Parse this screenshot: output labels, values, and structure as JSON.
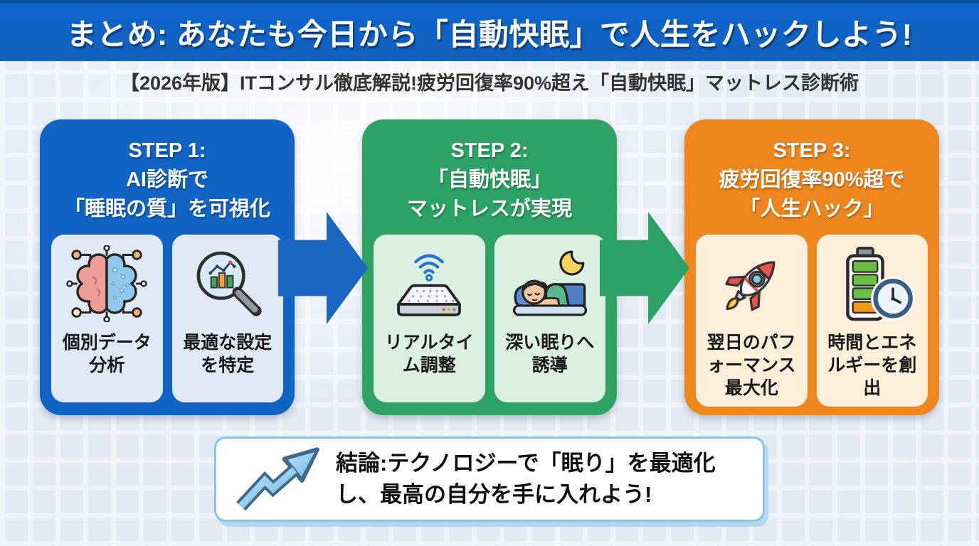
{
  "header": {
    "title": "まとめ: あなたも今日から「自動快眠」で人生をハックしよう!"
  },
  "subtitle": "【2026年版】ITコンサル徹底解説!疲労回復率90%超え「自動快眠」マットレス診断術",
  "steps": [
    {
      "name": "step-1",
      "accent_color": "#1164c3",
      "subcard_color": "#e0e9f6",
      "title_lines": [
        "STEP 1:",
        "AI診断で",
        "「睡眠の質」を可視化"
      ],
      "items": [
        {
          "icon": "ai-brain-icon",
          "label_lines": [
            "個別データ",
            "分析"
          ]
        },
        {
          "icon": "magnifier-chart-icon",
          "label_lines": [
            "最適な設定",
            "を特定"
          ]
        }
      ]
    },
    {
      "name": "step-2",
      "accent_color": "#2ca264",
      "subcard_color": "#dbf0e1",
      "title_lines": [
        "STEP 2:",
        "「自動快眠」",
        "マットレスが実現"
      ],
      "items": [
        {
          "icon": "smart-mattress-wifi-icon",
          "label_lines": [
            "リアルタイ",
            "ム調整"
          ]
        },
        {
          "icon": "sleeping-person-moon-icon",
          "label_lines": [
            "深い眠りへ",
            "誘導"
          ]
        }
      ]
    },
    {
      "name": "step-3",
      "accent_color": "#ec861d",
      "subcard_color": "#fdeeda",
      "title_lines": [
        "STEP 3:",
        "疲労回復率90%超で",
        "「人生ハック」"
      ],
      "items": [
        {
          "icon": "rocket-icon",
          "label_lines": [
            "翌日のパフ",
            "ォーマンス",
            "最大化"
          ]
        },
        {
          "icon": "battery-clock-icon",
          "label_lines": [
            "時間とエネ",
            "ルギーを創",
            "出"
          ]
        }
      ]
    }
  ],
  "arrows": [
    {
      "name": "flow-arrow-1",
      "color": "#1b66c0"
    },
    {
      "name": "flow-arrow-2",
      "color": "#2ca264"
    }
  ],
  "conclusion": {
    "icon": "trending-up-arrow-icon",
    "lines": [
      "結論:テクノロジーで「眠り」を最適化",
      "し、最高の自分を手に入れよう!"
    ]
  },
  "colors": {
    "banner_blue": "#1261bd",
    "step1_blue": "#1164c3",
    "step2_green": "#2ca264",
    "step3_orange": "#ec861d",
    "background": "#e3eaf3",
    "conclusion_border_blue": "#85c5ea"
  }
}
